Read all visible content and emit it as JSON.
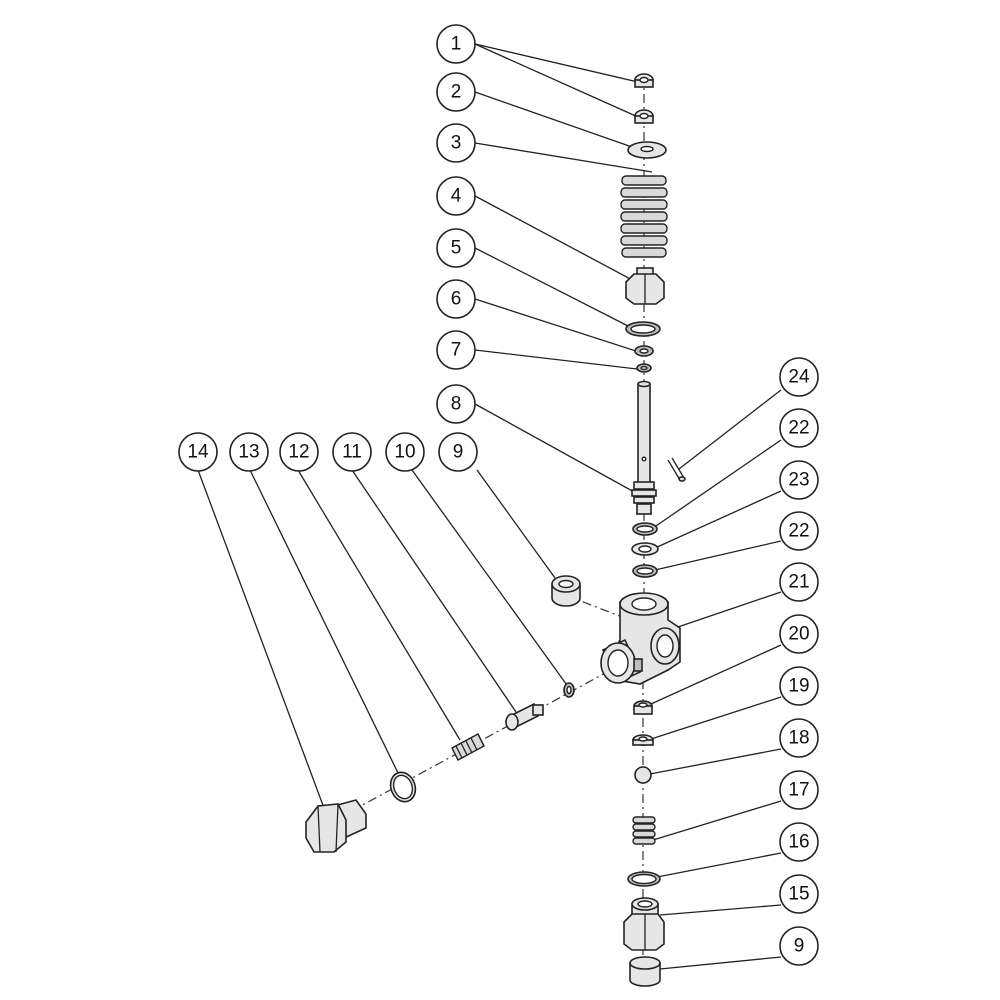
{
  "callouts": {
    "c1": "1",
    "c2": "2",
    "c3": "3",
    "c4": "4",
    "c5": "5",
    "c6": "6",
    "c7": "7",
    "c8": "8",
    "c9a": "9",
    "c10": "10",
    "c11": "11",
    "c12": "12",
    "c13": "13",
    "c14": "14",
    "c15": "15",
    "c16": "16",
    "c17": "17",
    "c18": "18",
    "c19": "19",
    "c20": "20",
    "c21": "21",
    "c22a": "22",
    "c23": "23",
    "c22b": "22",
    "c24": "24",
    "c9b": "9"
  }
}
